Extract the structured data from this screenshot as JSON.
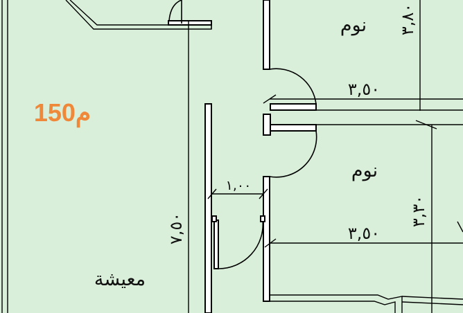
{
  "area_label": "150م",
  "rooms": {
    "bedroom_top": "نوم",
    "bedroom_bottom": "نوم",
    "living": "معيشة"
  },
  "dimensions": {
    "bedroom_top_width": "٣,٥٠",
    "bedroom_top_height": "٣,٨٠",
    "bedroom_bottom_width": "٣,٥٠",
    "bedroom_bottom_height": "٣,٣٠",
    "corridor_width": "١,٠٠",
    "living_height": "٧,٥٠"
  },
  "colors": {
    "background": "#d9efd9",
    "area_label": "#f0883a"
  }
}
